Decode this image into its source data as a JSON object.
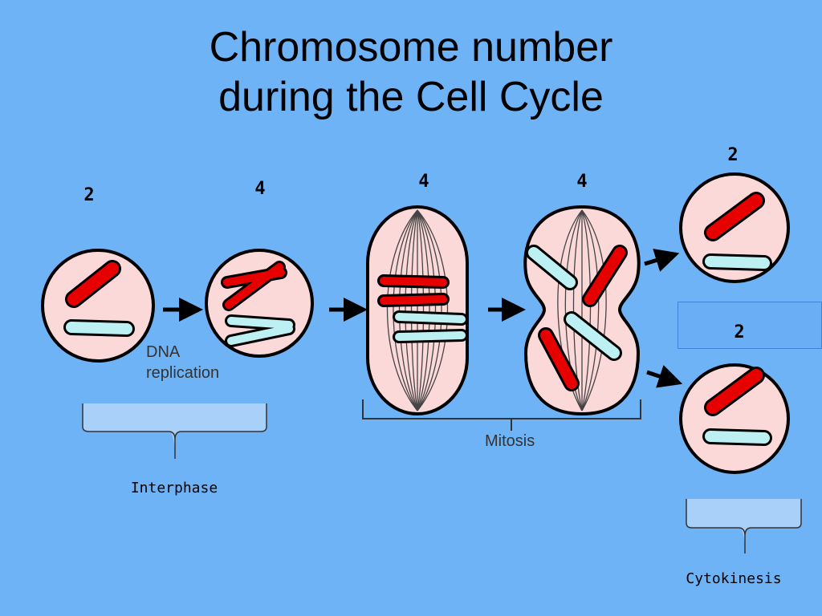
{
  "title": {
    "line1": "Chromosome number",
    "line2": "during the Cell Cycle"
  },
  "counts": {
    "cell1": "2",
    "cell2": "4",
    "cell3": "4",
    "cell4": "4",
    "daughter_top": "2",
    "daughter_bottom": "2"
  },
  "labels": {
    "dna_replication_1": "DNA",
    "dna_replication_2": "replication",
    "mitosis": "Mitosis",
    "interphase": "Interphase",
    "cytokinesis": "Cytokinesis"
  },
  "colors": {
    "background": "#6fb3f7",
    "cell_fill": "#fcd9d9",
    "red_chromosome": "#e60000",
    "blue_chromosome": "#bdf0f2",
    "bracket_fill": "#a9d0f9"
  }
}
